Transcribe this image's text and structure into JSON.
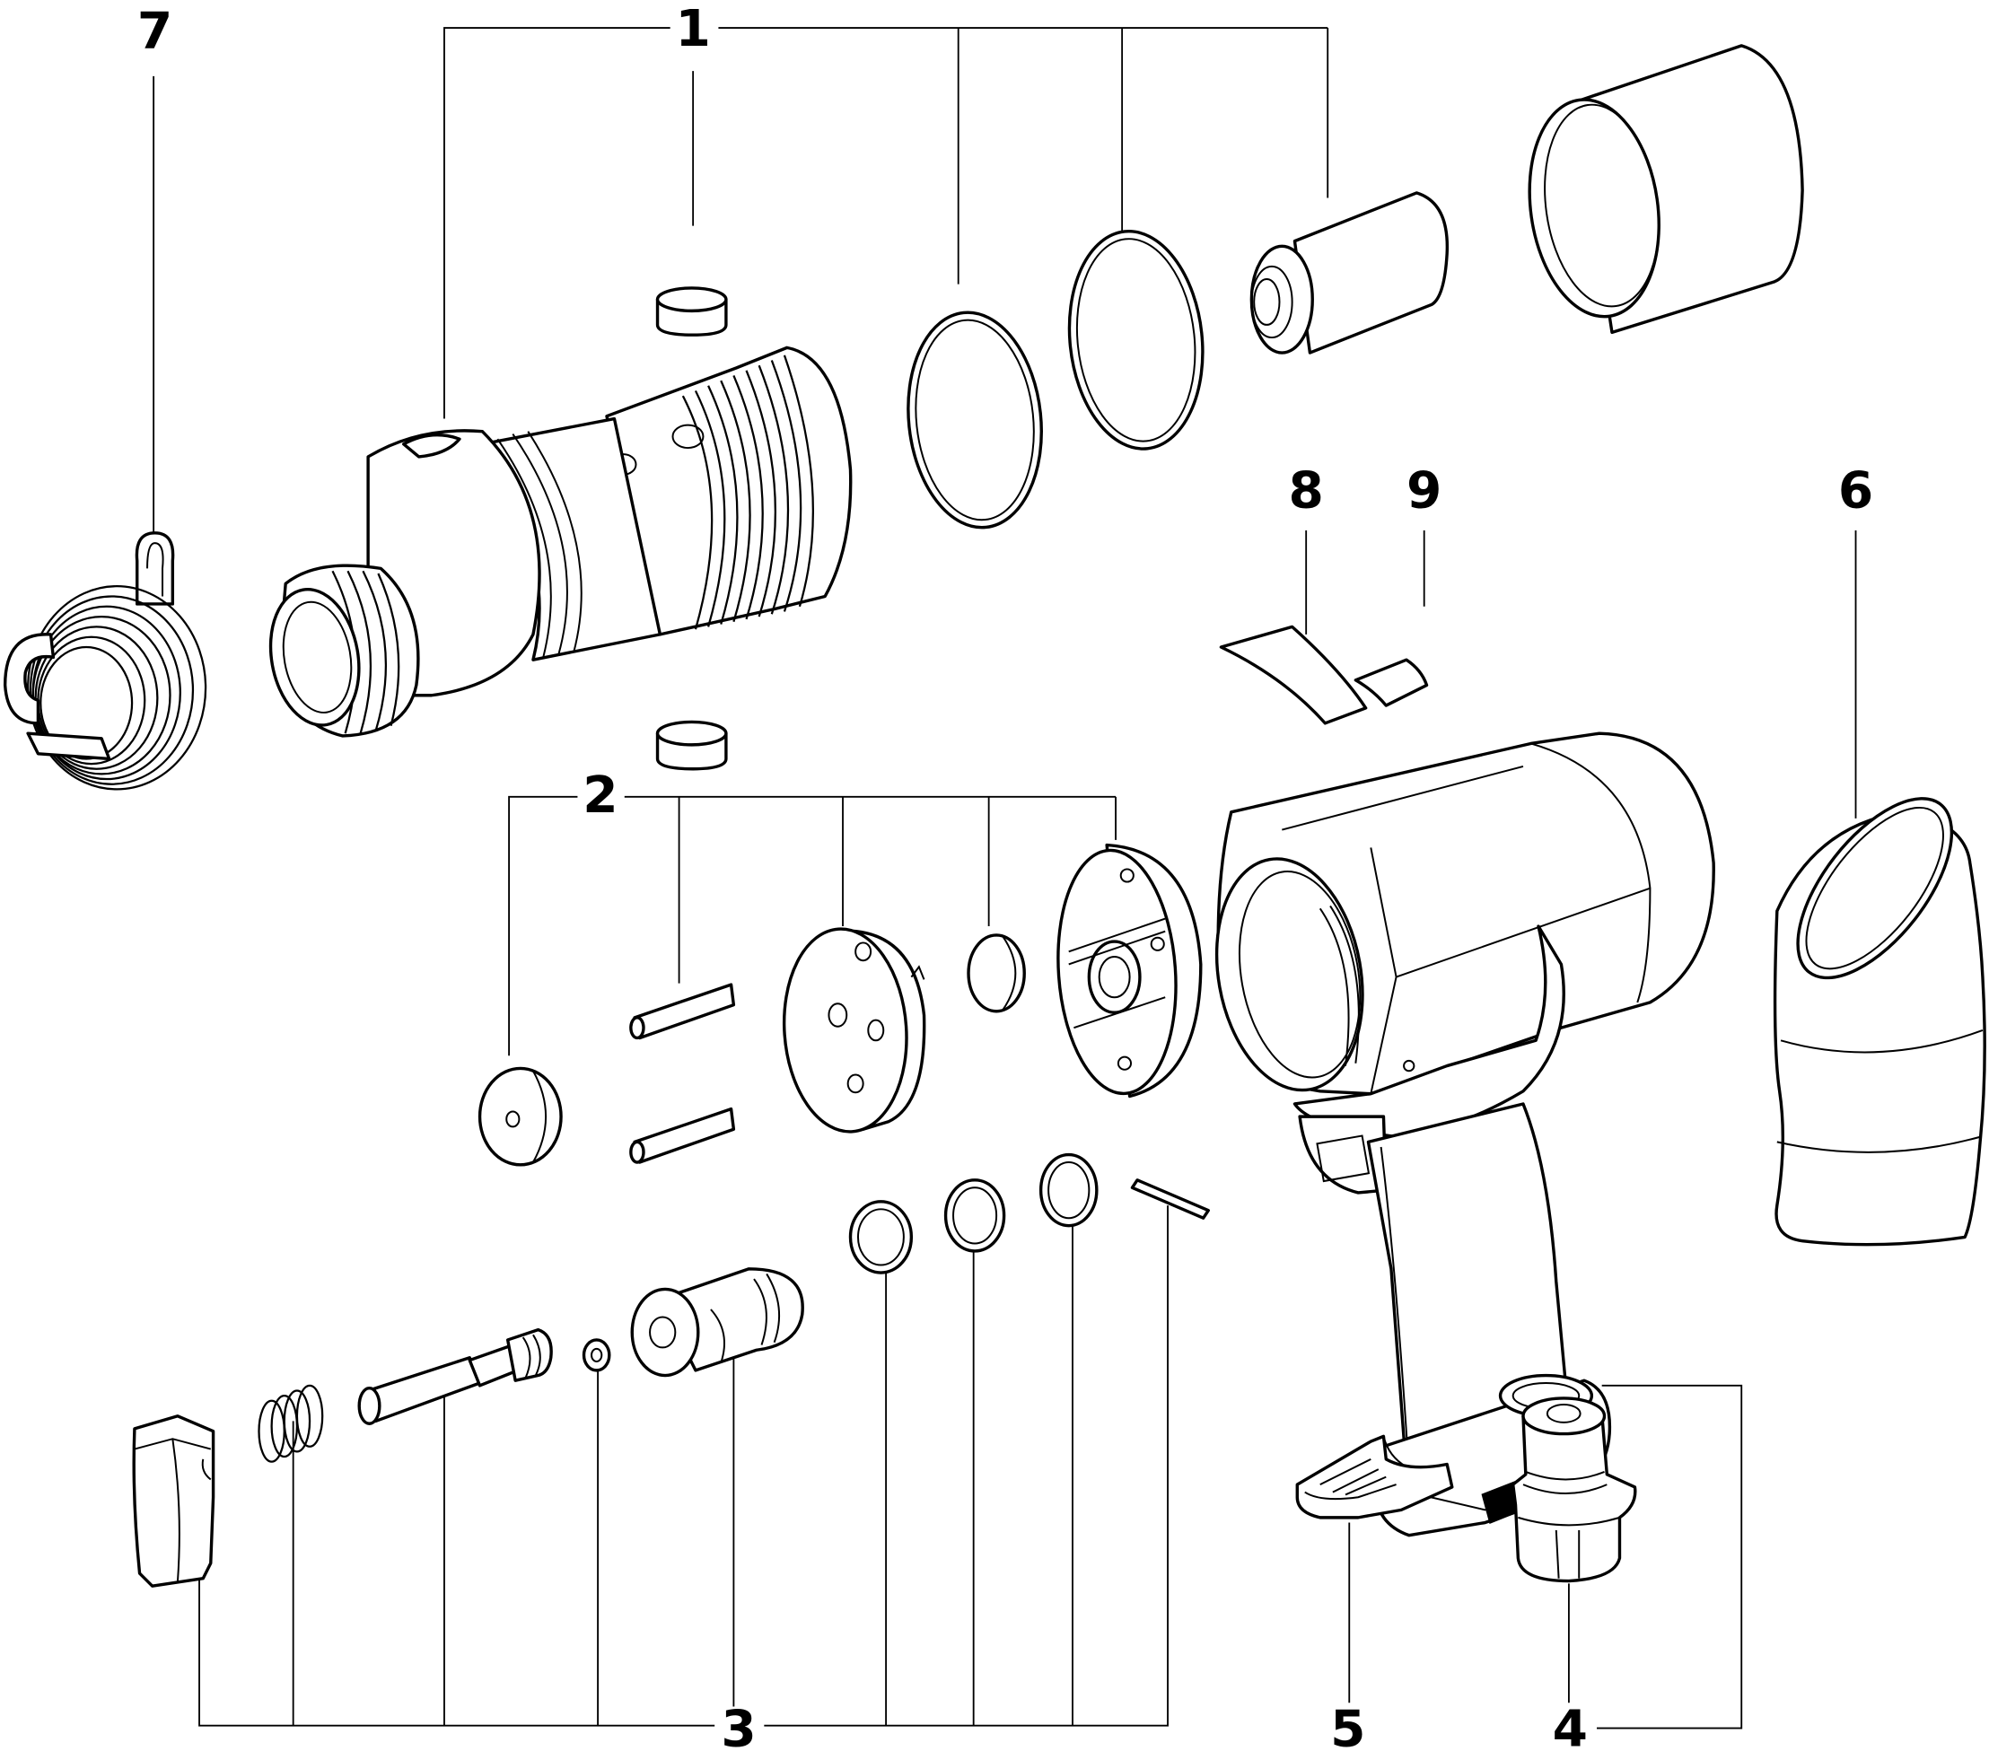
{
  "diagram": {
    "type": "exploded-parts-view",
    "subject": "pneumatic pistol-grip air hammer",
    "line_color": "#000000",
    "background_color": "#ffffff",
    "callouts": [
      {
        "id": "1",
        "label": "1",
        "part": "cylinder / barrel kit (cylinder, buffers, o-rings, piston, sleeve)"
      },
      {
        "id": "2",
        "label": "2",
        "part": "valve kit (washer, pins, valve plate, disc, valve housing)"
      },
      {
        "id": "3",
        "label": "3",
        "part": "throttle kit (trigger, spring, throttle valve, washer, bushing, o-rings, pin)"
      },
      {
        "id": "4",
        "label": "4",
        "part": "air inlet bushing with o-ring"
      },
      {
        "id": "5",
        "label": "5",
        "part": "exhaust deflector"
      },
      {
        "id": "6",
        "label": "6",
        "part": "grip sleeve"
      },
      {
        "id": "7",
        "label": "7",
        "part": "retainer spring"
      },
      {
        "id": "8",
        "label": "8",
        "part": "label"
      },
      {
        "id": "9",
        "label": "9",
        "part": "label"
      }
    ]
  }
}
